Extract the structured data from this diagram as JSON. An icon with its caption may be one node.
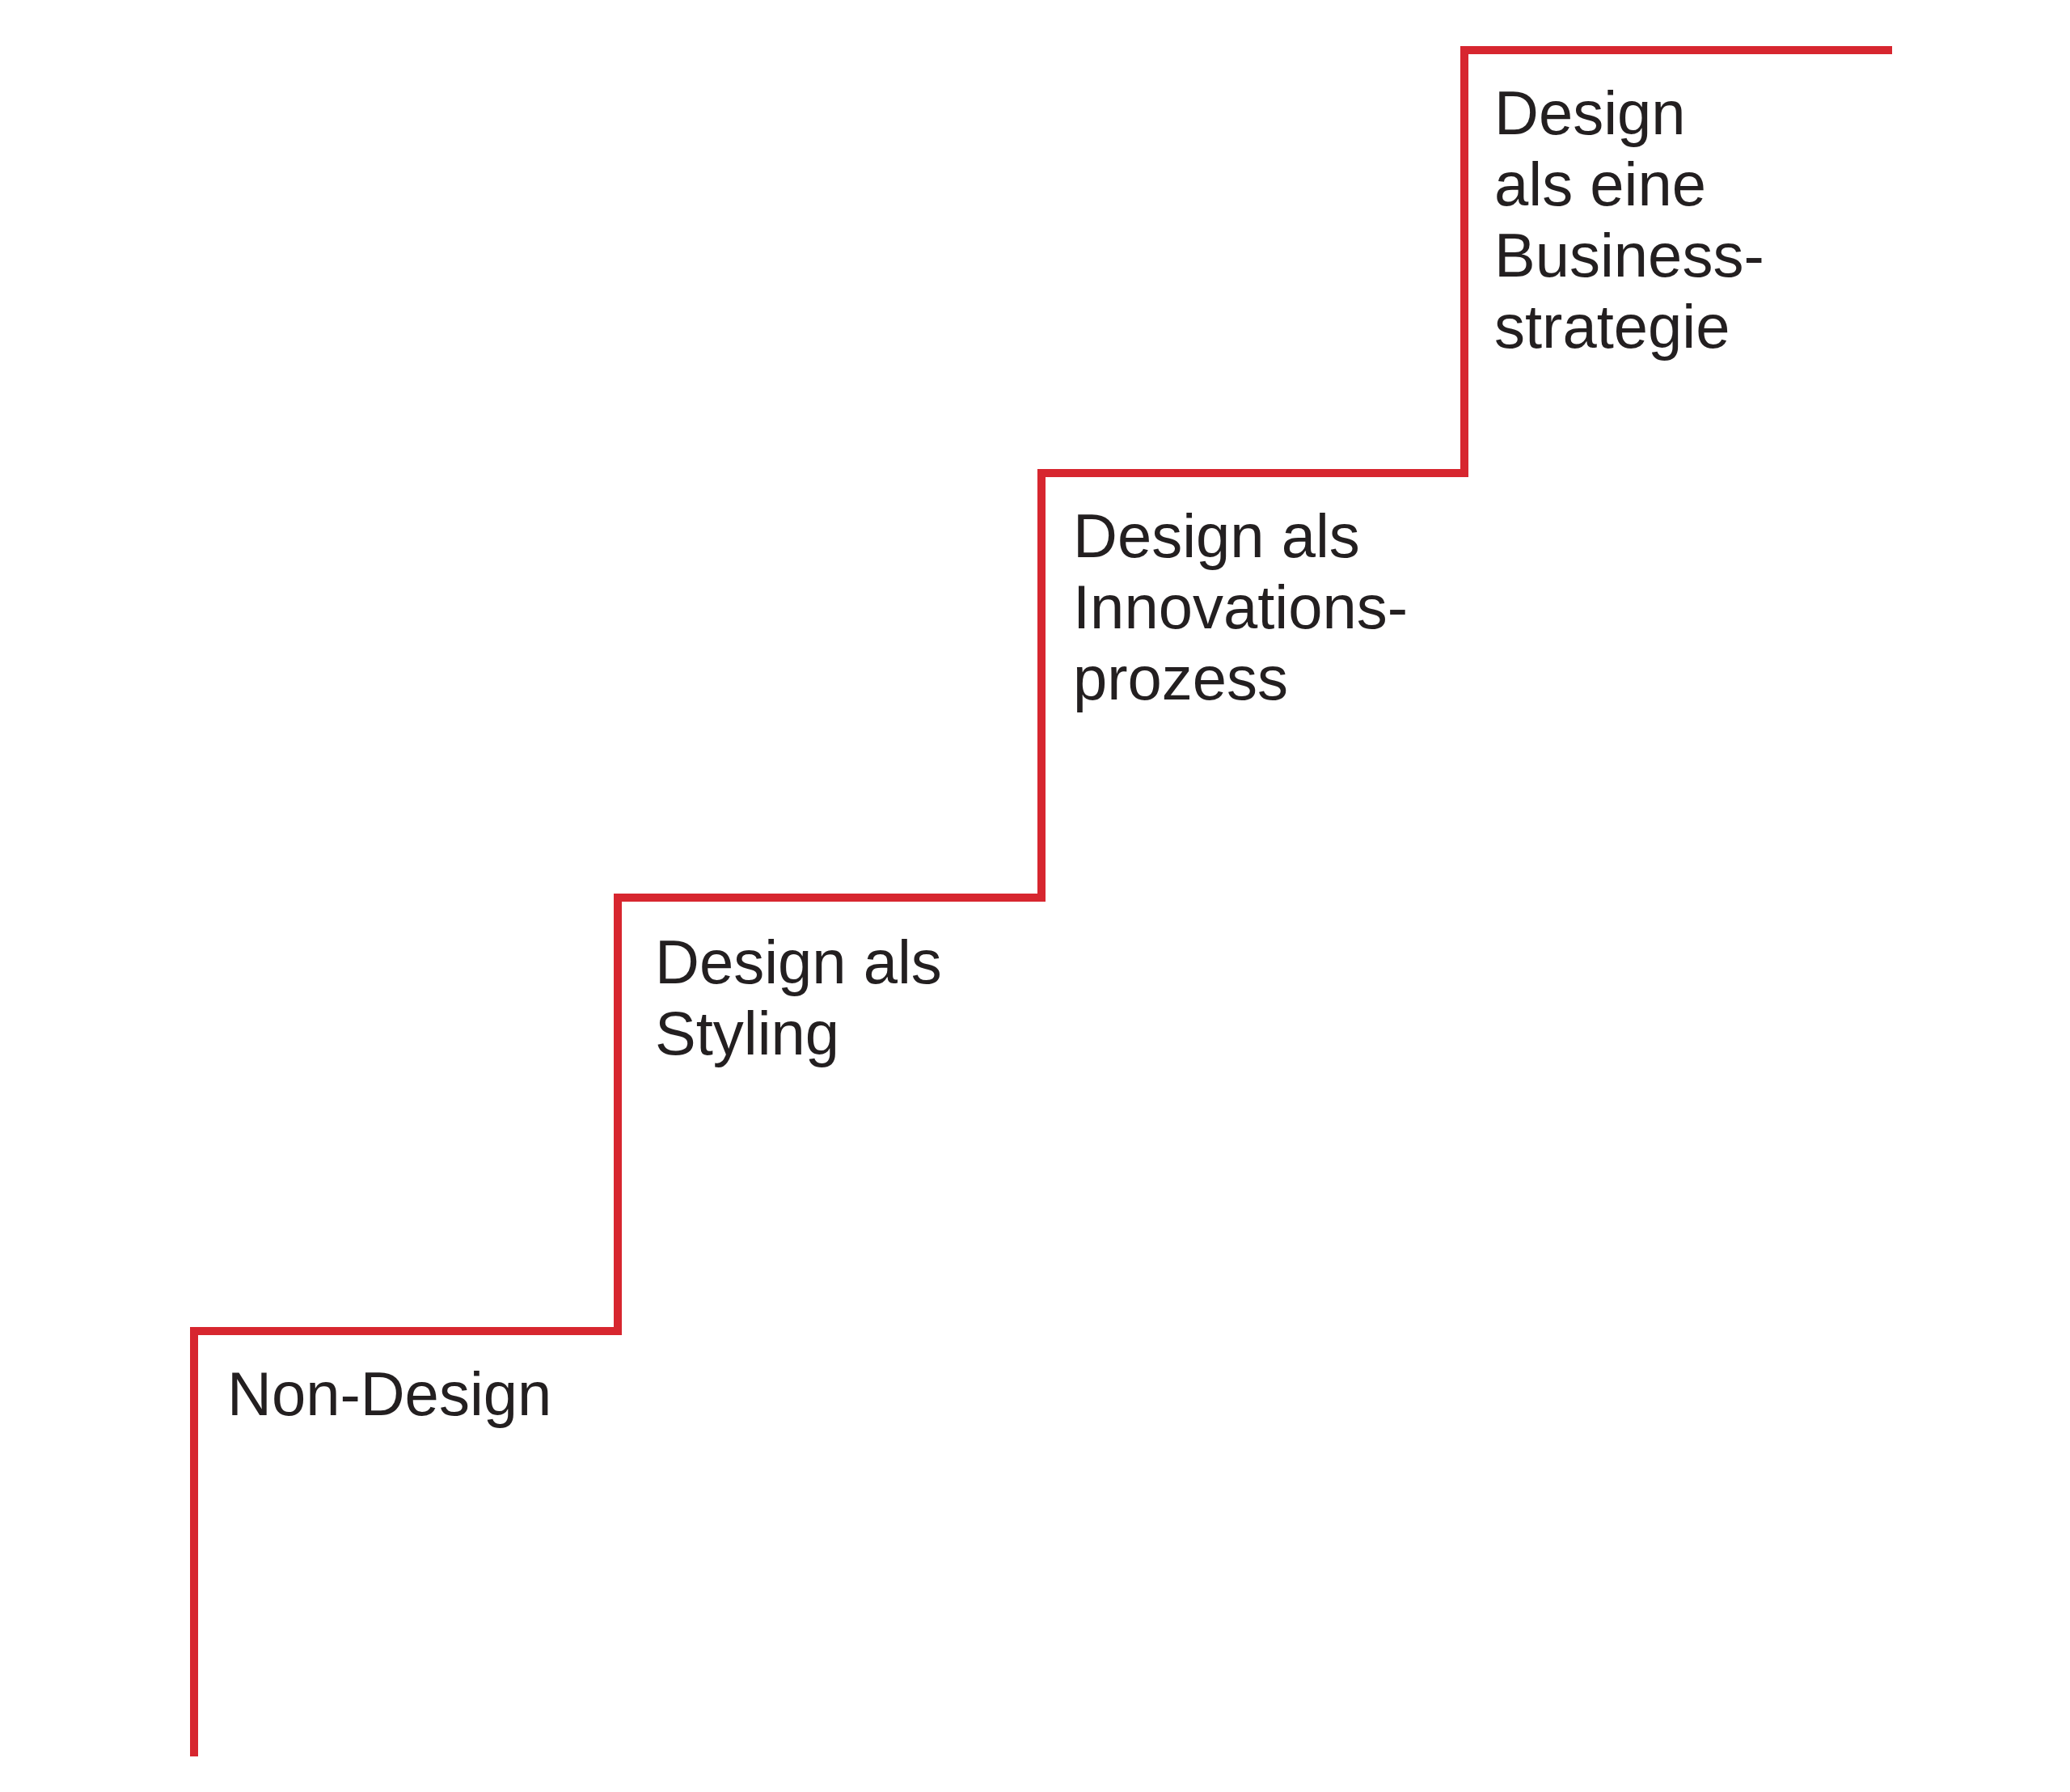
{
  "diagram": {
    "labels": [
      "Non-Design",
      "Design als Styling",
      "Design als Innovations-prozess",
      "Design als eine Business-strategie"
    ]
  }
}
